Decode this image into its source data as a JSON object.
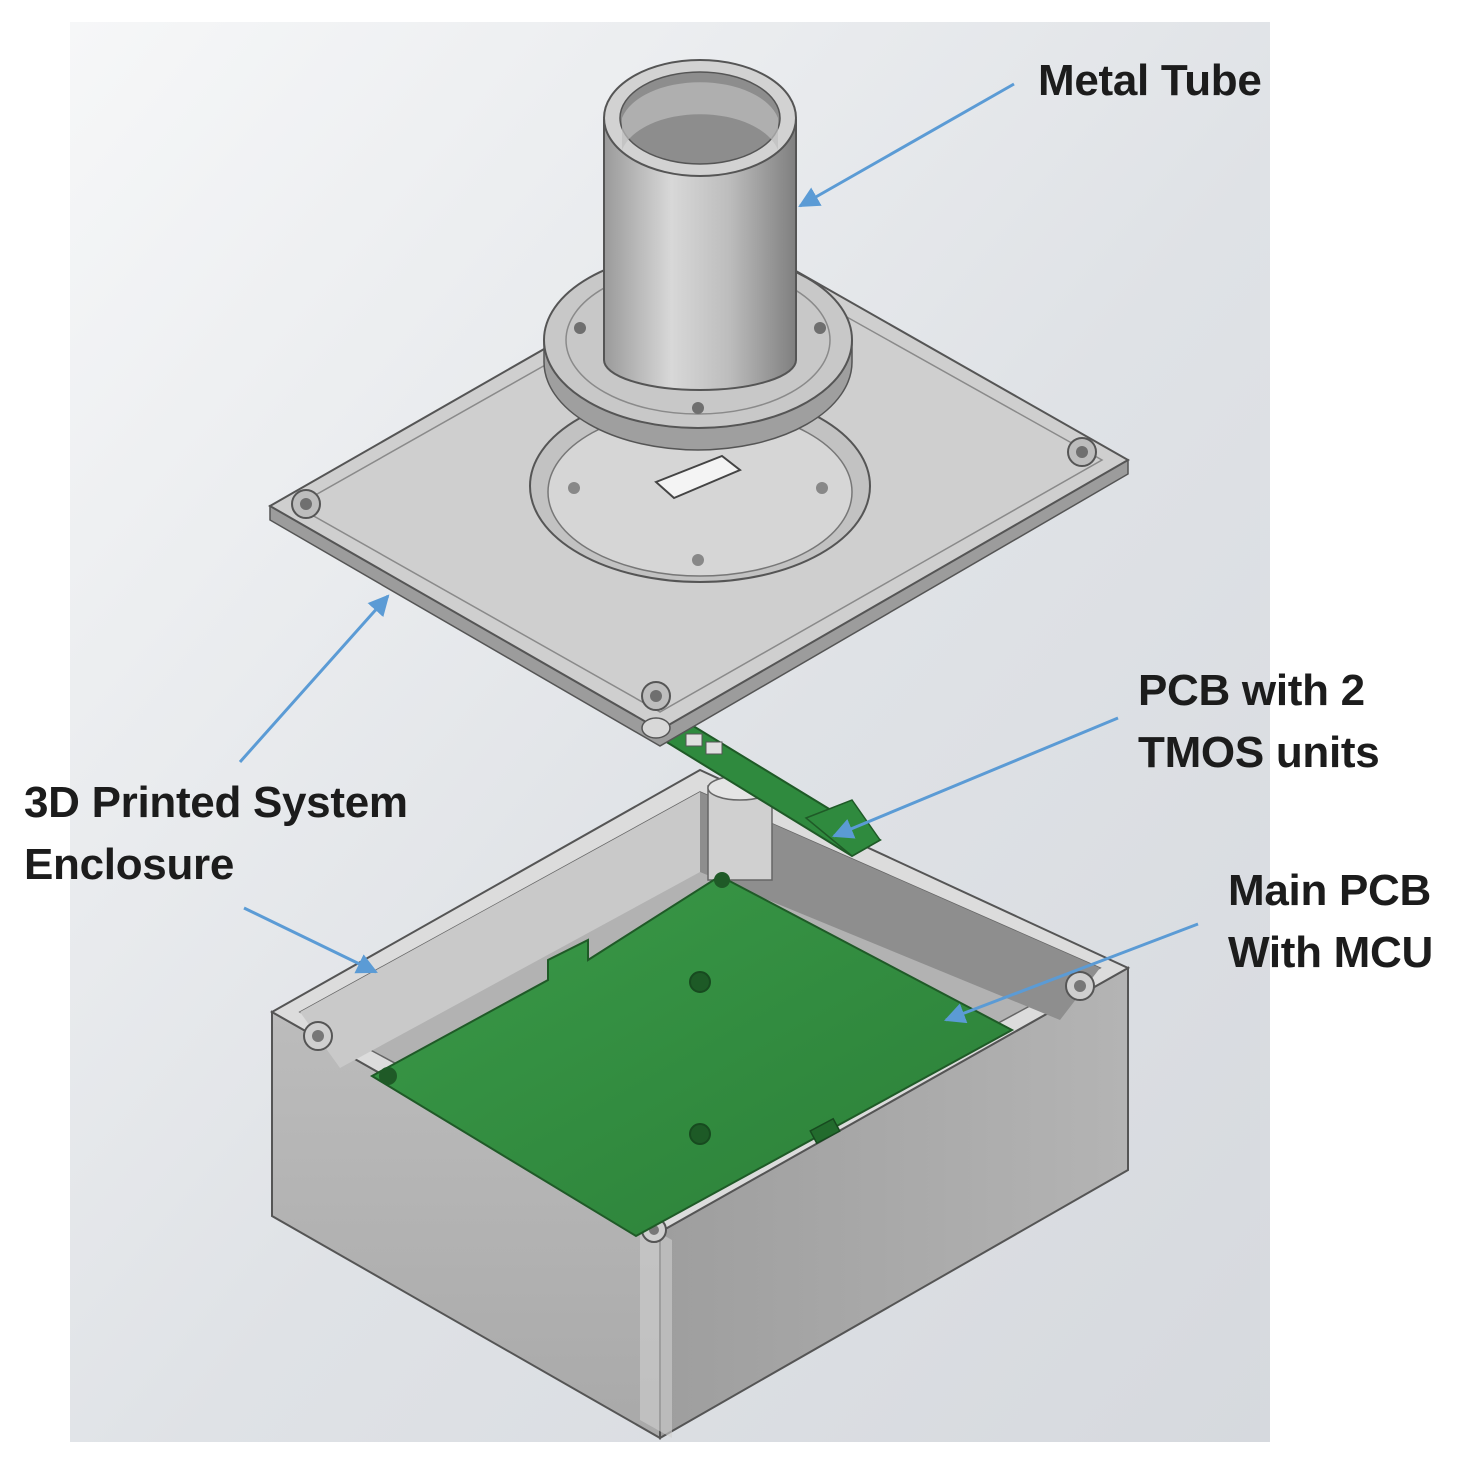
{
  "labels": {
    "metal_tube": [
      "Metal Tube"
    ],
    "pcb_tmos": [
      "PCB with 2",
      "TMOS units"
    ],
    "enclosure": [
      "3D Printed System",
      "Enclosure"
    ],
    "main_pcb": [
      "Main PCB",
      "With MCU"
    ]
  },
  "colors": {
    "arrow": "#5b9bd5",
    "text": "#1c1c1c",
    "pcb": "#2f8a3e",
    "metal": "#c9c9c9",
    "background": "#e4e6ea"
  }
}
